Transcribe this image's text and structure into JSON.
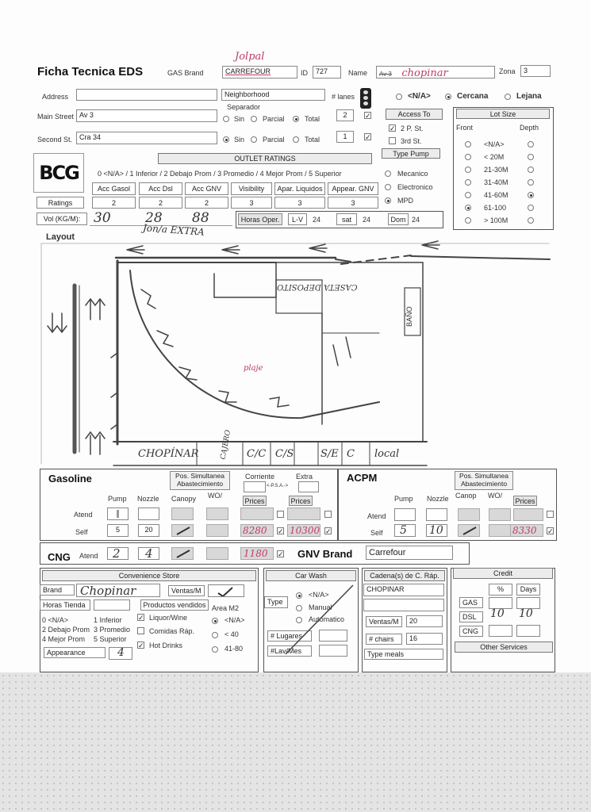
{
  "header": {
    "title": "Ficha Tecnica EDS",
    "gas_brand_label": "GAS Brand",
    "gas_brand_value": "CARREFOUR",
    "gas_brand_hand": "Jolpal",
    "id_label": "ID",
    "id_value": "727",
    "name_label": "Name",
    "name_value": "Av 3",
    "name_hand": "chopinar",
    "zona_label": "Zona",
    "zona_value": "3"
  },
  "address": {
    "address_label": "Address",
    "neighborhood_label": "Neighborhood",
    "lanes_label": "# lanes",
    "separador_label": "Separador",
    "main_street_label": "Main Street",
    "main_street_value": "Av 3",
    "second_st_label": "Second St.",
    "second_st_value": "Cra 34",
    "sin": "Sin",
    "parcial": "Parcial",
    "total": "Total",
    "lanes_main": "2",
    "lanes_second": "1"
  },
  "location": {
    "na": "<N/A>",
    "cercana": "Cercana",
    "lejana": "Lejana",
    "access_to_label": "Access To",
    "access_opt1": "2 P. St.",
    "access_opt2": "3rd St.",
    "type_pump_label": "Type Pump",
    "pump_mecanico": "Mecanico",
    "pump_electronico": "Electronico",
    "pump_mpd": "MPD"
  },
  "lot_size": {
    "title": "Lot Size",
    "front": "Front",
    "depth": "Depth",
    "options": [
      "<N/A>",
      "< 20M",
      "21-30M",
      "31-40M",
      "41-60M",
      "61-100",
      "> 100M"
    ]
  },
  "logo": {
    "text": "BCG"
  },
  "outlet": {
    "title": "OUTLET RATINGS",
    "scale": "0 <N/A> / 1 Inferior / 2 Debajo Prom / 3 Promedio / 4 Mejor Prom / 5 Superior",
    "columns": [
      "Acc Gasol",
      "Acc Dsl",
      "Acc GNV",
      "Visibility",
      "Apar. Liquidos",
      "Appear. GNV"
    ],
    "ratings_label": "Ratings",
    "ratings": [
      "2",
      "2",
      "2",
      "3",
      "3",
      "3"
    ],
    "vol_label": "Vol (KG/M):",
    "vol_hand": [
      "30",
      "28",
      "88"
    ],
    "horas_label": "Horas Oper.",
    "lv_label": "L-V",
    "lv_value": "24",
    "sat_label": "sat",
    "sat_value": "24",
    "dom_label": "Dom",
    "dom_value": "24"
  },
  "layout": {
    "title": "Layout",
    "hand_top": "Jon/a EXTRA",
    "caseta": "CASETA DEPOSITO",
    "bano": "BAÑO",
    "plaje": "plaje",
    "bottom_labels": [
      "CHOPÍNAR",
      "CAJERO",
      "C/C",
      "C/S",
      "S/E",
      "C",
      "local"
    ]
  },
  "gasoline": {
    "title": "Gasoline",
    "pump": "Pump",
    "nozzle": "Nozzle",
    "canopy": "Canopy",
    "pos_simultanea": "Pos. Simultanea Abastecimiento",
    "wo": "WO/",
    "corriente": "Corriente",
    "psa": "<-P.S.A.->",
    "extra": "Extra",
    "prices": "Prices",
    "atend": "Atend",
    "self": "Self",
    "self_pump": "5",
    "self_nozzle": "20",
    "price_corriente": "8280",
    "price_extra": "10300"
  },
  "acpm": {
    "title": "ACPM",
    "pos_simultanea": "Pos. Simultanea Abastecimiento",
    "pump": "Pump",
    "nozzle": "Nozzle",
    "canop": "Canop",
    "wo": "WO/",
    "prices": "Prices",
    "atend": "Atend",
    "self": "Self",
    "self_pump": "5",
    "self_nozzle": "10",
    "price": "8330"
  },
  "cng": {
    "title": "CNG",
    "atend": "Atend",
    "pump": "2",
    "nozzle": "4",
    "price": "1180",
    "gnv_brand_label": "GNV Brand",
    "gnv_brand_value": "Carrefour"
  },
  "store": {
    "title": "Convenience Store",
    "brand_label": "Brand",
    "brand_hand": "Chopinar",
    "ventas_label": "Ventas/M",
    "horas_label": "Horas Tienda",
    "productos_label": "Productos vendidos",
    "area_label": "Area M2",
    "scale": [
      "0 <N/A>",
      "1 Inferior",
      "2 Debajo Prom",
      "3 Promedio",
      "4 Mejor Prom",
      "5 Superior"
    ],
    "products": [
      "Liquor/Wine",
      "Comidas Ráp.",
      "Hot Drinks"
    ],
    "area_opts": [
      "<N/A>",
      "< 40",
      "41-80"
    ],
    "appearance_label": "Appearance",
    "appearance_hand": "4"
  },
  "carwash": {
    "title": "Car Wash",
    "type_label": "Type",
    "opts": [
      "<N/A>",
      "Manual",
      "Automatico"
    ],
    "lugares_label": "# Lugares",
    "lav_label": "#Lav/Mes"
  },
  "cadena": {
    "title": "Cadena(s) de C. Ráp.",
    "value": "CHOPINAR",
    "ventas_label": "Ventas/M",
    "ventas_value": "20",
    "chairs_label": "# chairs",
    "chairs_value": "16",
    "type_meals": "Type meals"
  },
  "credit": {
    "title": "Credit",
    "pct": "%",
    "days": "Days",
    "gas": "GAS",
    "dsl": "DSL",
    "cng": "CNG",
    "dsl_pct": "10",
    "dsl_days": "10",
    "other": "Other Services"
  }
}
